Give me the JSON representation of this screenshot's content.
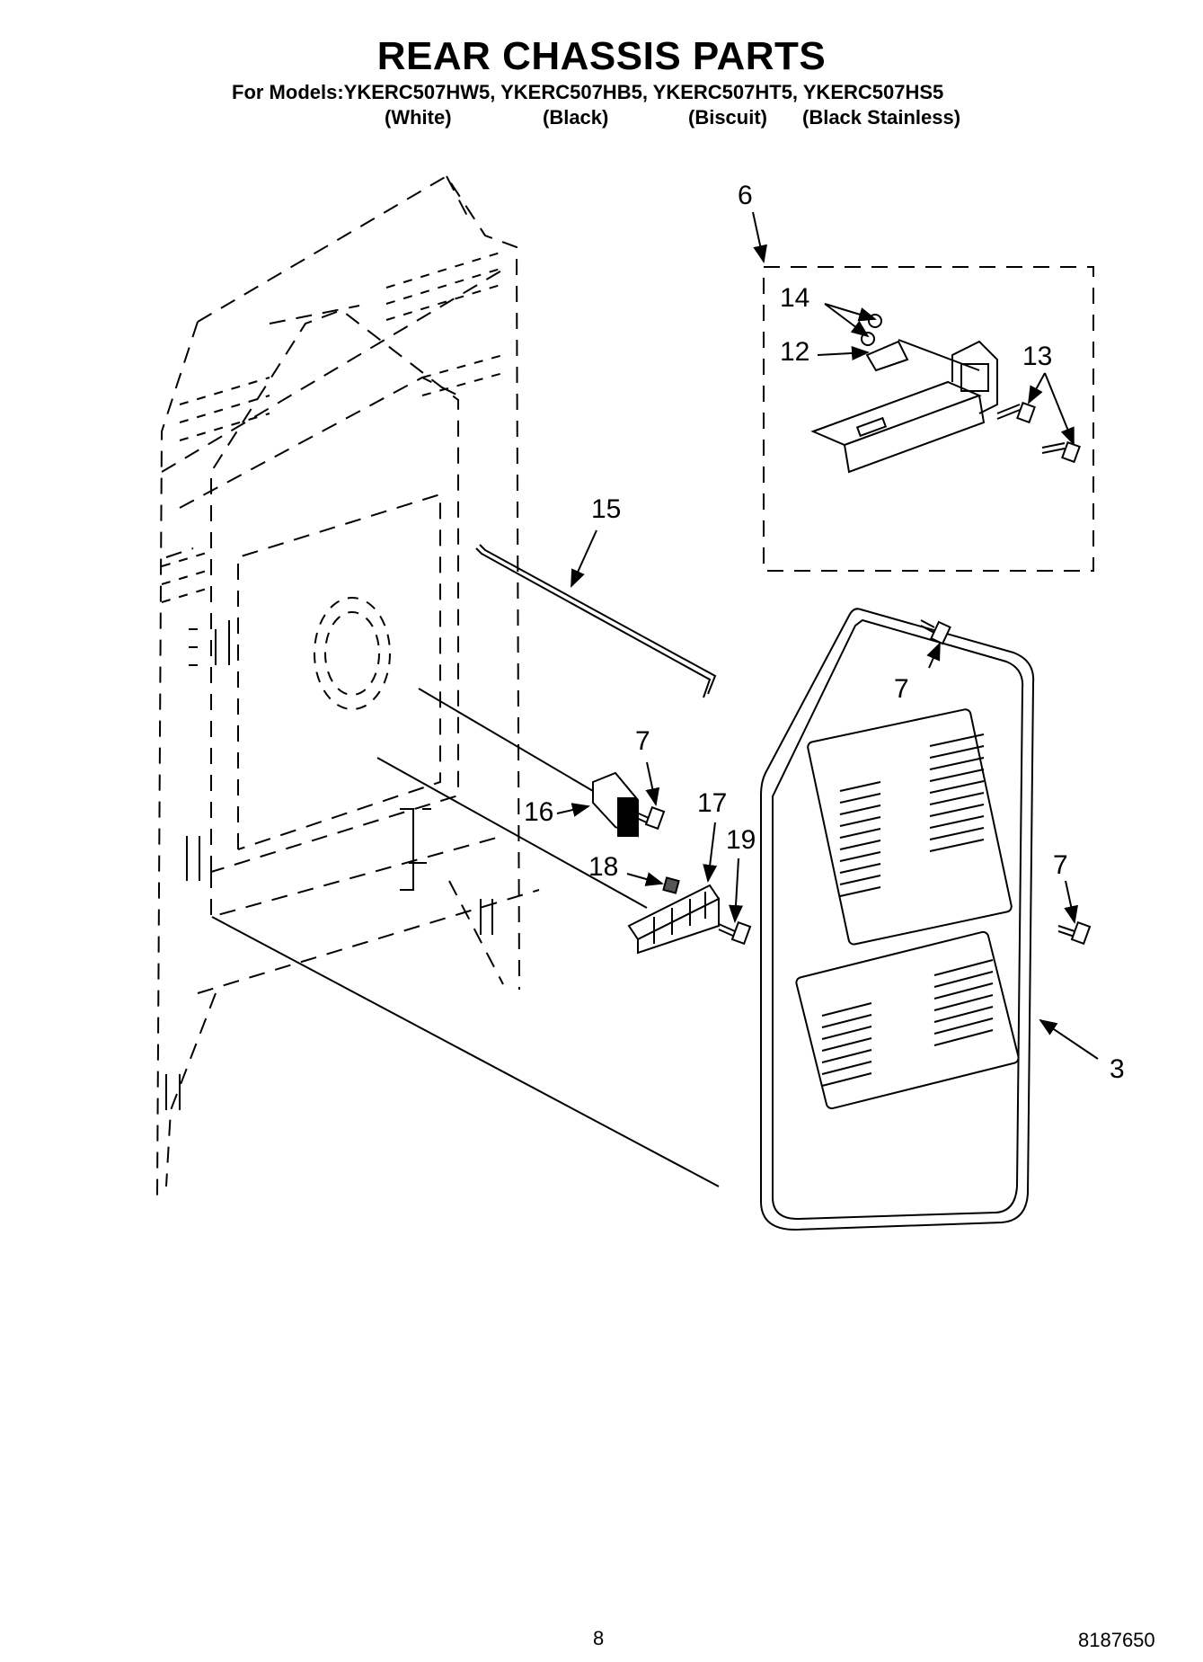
{
  "header": {
    "title": "REAR CHASSIS PARTS",
    "models_line": "For Models:YKERC507HW5, YKERC507HB5, YKERC507HT5, YKERC507HS5",
    "colors": [
      "(White)",
      "(Black)",
      "(Biscuit)",
      "(Black Stainless)"
    ]
  },
  "callouts": {
    "p3": "3",
    "p6": "6",
    "p7a": "7",
    "p7b": "7",
    "p7c": "7",
    "p12": "12",
    "p13": "13",
    "p14": "14",
    "p15": "15",
    "p16": "16",
    "p17": "17",
    "p18": "18",
    "p19": "19"
  },
  "footer": {
    "page_number": "8",
    "document_number": "8187650"
  }
}
